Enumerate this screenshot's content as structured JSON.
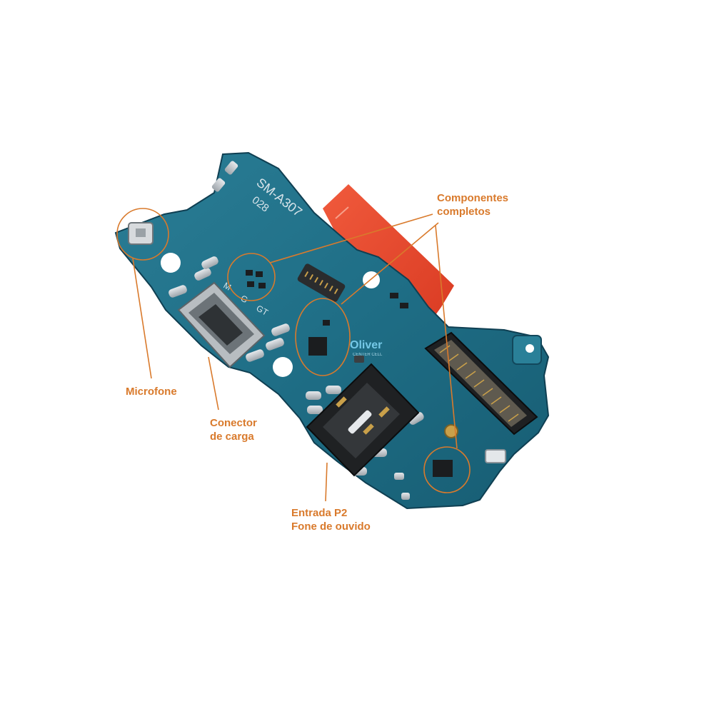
{
  "colors": {
    "callout": "#d97a2c",
    "board": "#1f6e86",
    "board_dark": "#14506a",
    "flex_red": "#e8442c",
    "pad_silver": "#c9ced3",
    "connector_black": "#222426",
    "gold": "#c9a04a"
  },
  "board": {
    "silkscreen_model": "SM-A307",
    "silkscreen_code": "028",
    "silkscreen_marks": [
      "M",
      "G",
      "GT"
    ],
    "watermark": {
      "brand": "Oliver",
      "tagline": "CENTER CELL"
    }
  },
  "callouts": {
    "componentes": {
      "line1": "Componentes",
      "line2": "completos"
    },
    "microfone": {
      "line1": "Microfone"
    },
    "conector": {
      "line1": "Conector",
      "line2": "de carga"
    },
    "entrada": {
      "line1": "Entrada P2",
      "line2": "Fone de ouvido"
    }
  },
  "icons": {
    "microphone": "microphone-icon",
    "usb_port": "usb-c-port-icon",
    "audio_jack": "audio-jack-icon",
    "board_connector": "board-to-board-connector-icon"
  }
}
